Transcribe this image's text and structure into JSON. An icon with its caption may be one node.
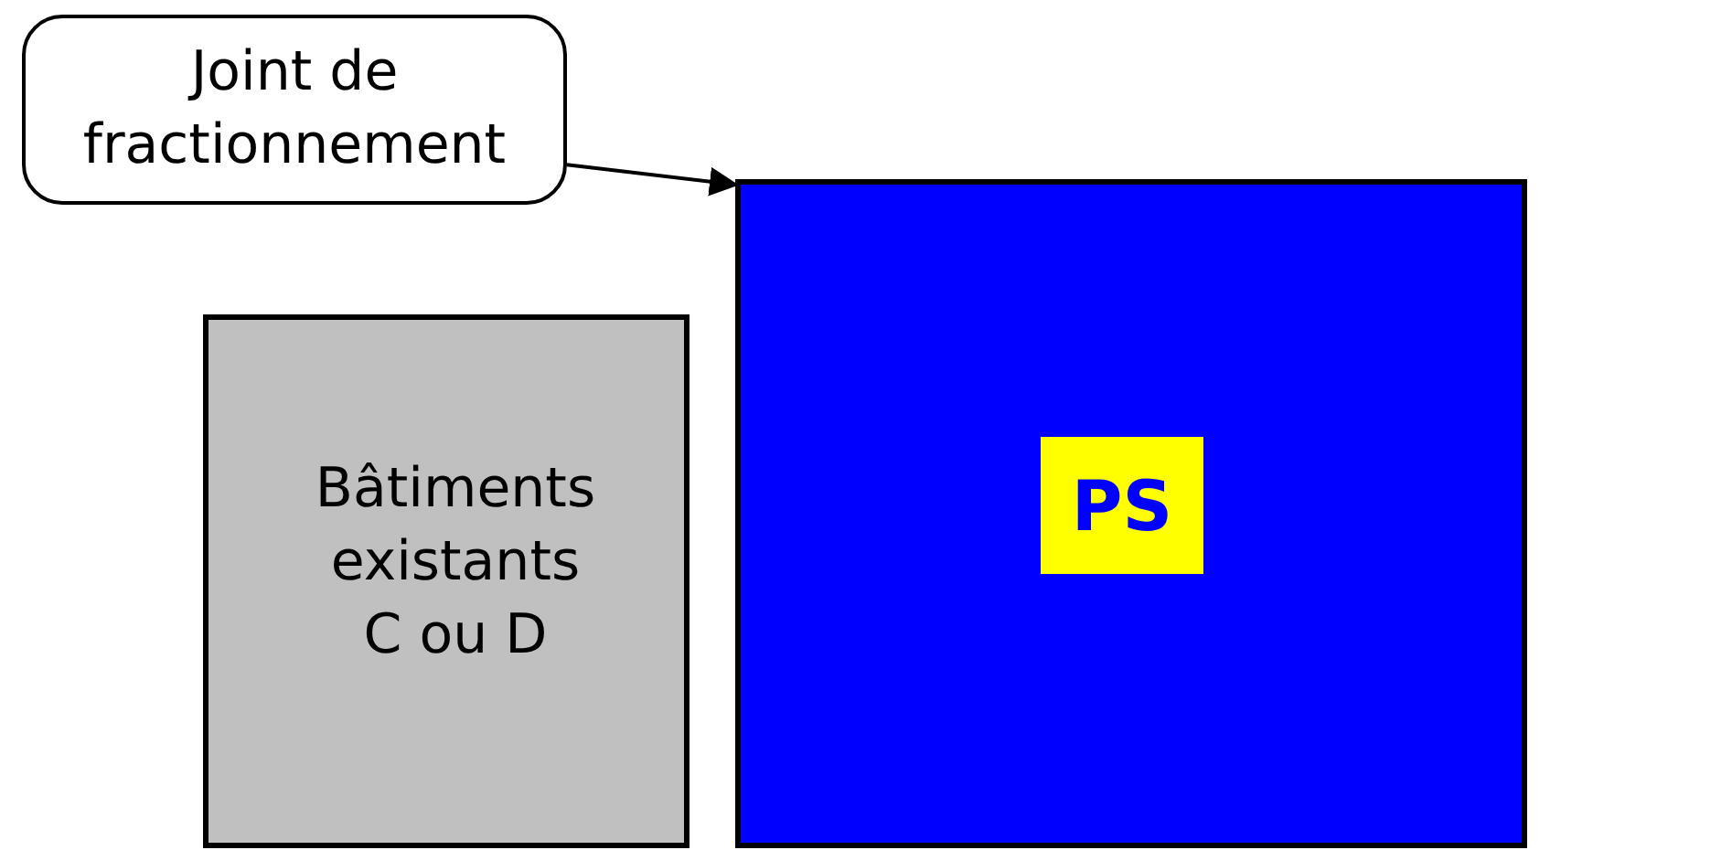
{
  "diagram": {
    "nodes": [
      {
        "text": [
          "Joint de fractionnement"
        ]
      },
      {
        "text": [
          "Bâtiments existants C ou D"
        ]
      },
      {
        "text": [],
        "shape": "box"
      },
      {
        "text": [
          "PS"
        ],
        "in": 2
      }
    ],
    "edges": [
      {
        "from": 0,
        "to": 2,
        "arrow": "to"
      }
    ]
  }
}
